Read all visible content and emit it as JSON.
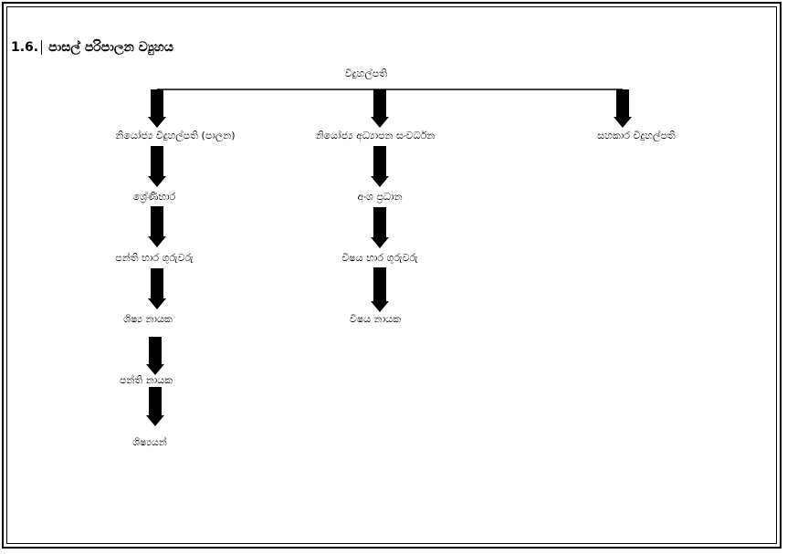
{
  "heading": {
    "number": "1.6.",
    "title": "පාසල් පරිපාලන ව්‍යුහය"
  },
  "nodes": {
    "principal": "විදුහල්පති",
    "deputy_admin": "නියෝජ්‍ය විදුහල්පති (පාලන)",
    "deputy_academic": "නියෝජ්‍ය අධ්‍යාපන සංවර්ධන",
    "assistant_principal": "සහකාර විදුහල්පති",
    "sectional_head": "ශ්‍රේණිභාර",
    "class_teachers": "පන්ති භාර ගුරුවරු",
    "student_leaders": "ශිෂ්‍ය නායක",
    "class_leaders": "පන්ති නායක",
    "students": "ශිෂ්‍යයන්",
    "dept_head": "අංශ ප්‍රධාන",
    "subject_teachers": "විෂය භාර ගුරුවරු",
    "subject_leader": "විෂය නායක"
  },
  "colors": {
    "arrow": "#000000",
    "frame": "#000000",
    "background": "#ffffff"
  }
}
